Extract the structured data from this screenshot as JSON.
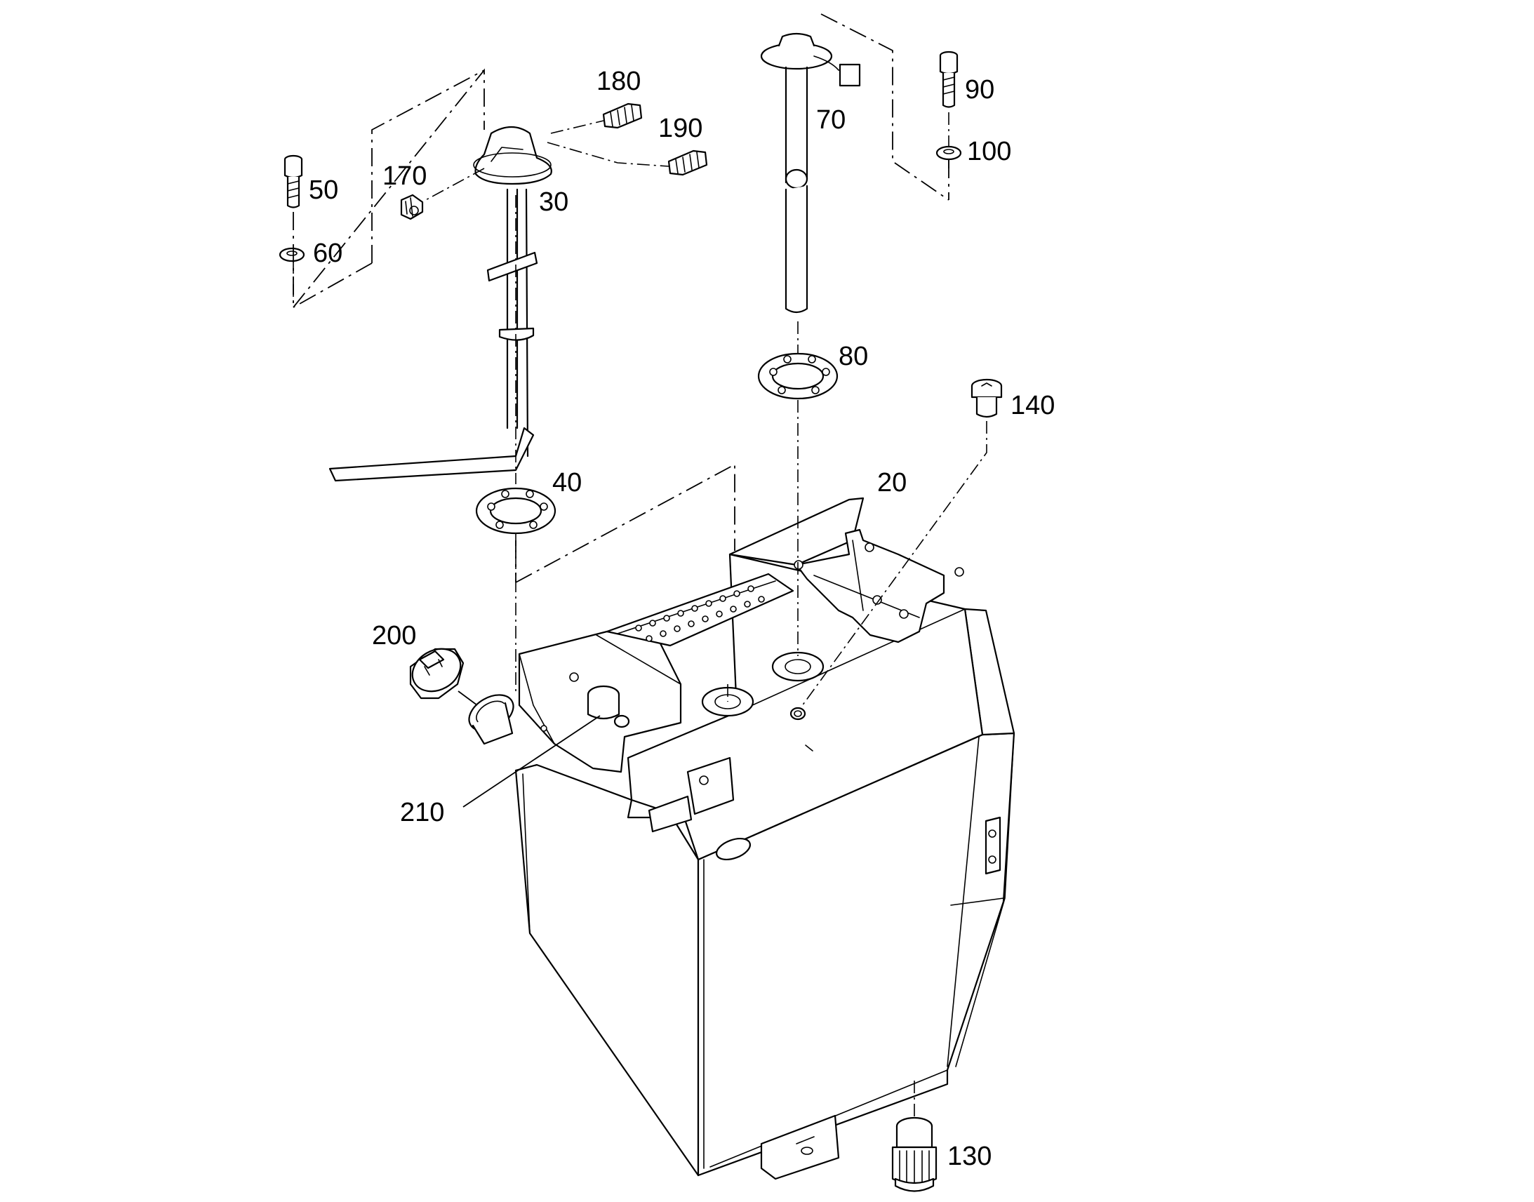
{
  "diagram": {
    "callouts": [
      {
        "id": "c20",
        "text": "20"
      },
      {
        "id": "c30",
        "text": "30"
      },
      {
        "id": "c40",
        "text": "40"
      },
      {
        "id": "c50",
        "text": "50"
      },
      {
        "id": "c60",
        "text": "60"
      },
      {
        "id": "c70",
        "text": "70"
      },
      {
        "id": "c80",
        "text": "80"
      },
      {
        "id": "c90",
        "text": "90"
      },
      {
        "id": "c100",
        "text": "100"
      },
      {
        "id": "c130",
        "text": "130"
      },
      {
        "id": "c140",
        "text": "140"
      },
      {
        "id": "c170",
        "text": "170"
      },
      {
        "id": "c180",
        "text": "180"
      },
      {
        "id": "c190",
        "text": "190"
      },
      {
        "id": "c200",
        "text": "200"
      },
      {
        "id": "c210",
        "text": "210"
      }
    ]
  }
}
